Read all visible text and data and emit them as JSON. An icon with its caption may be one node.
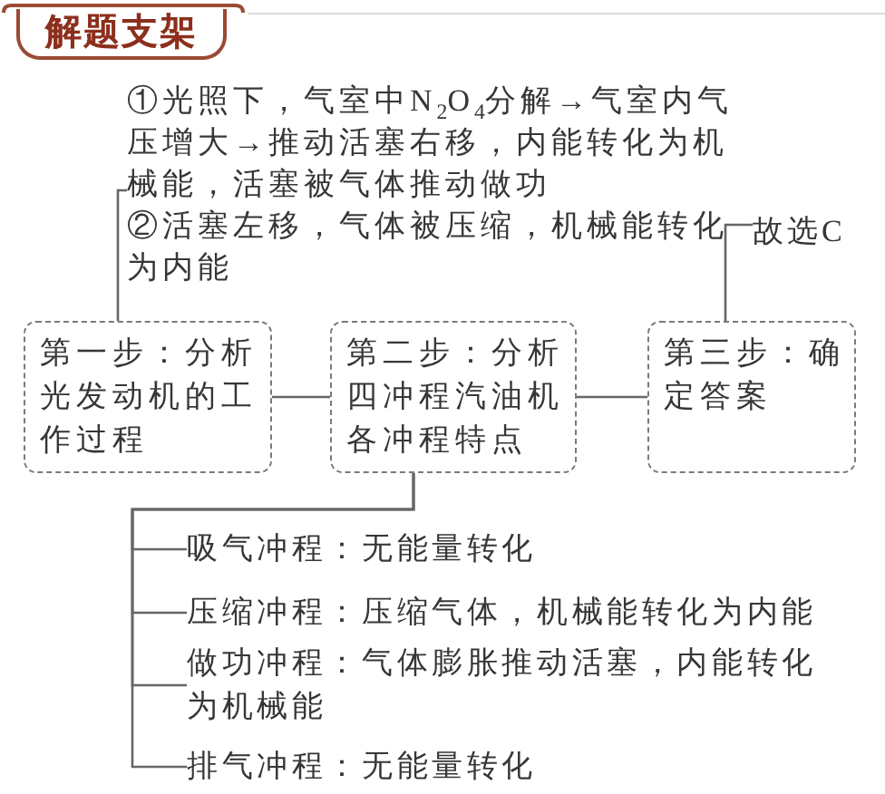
{
  "diagram": {
    "title": "解题支架",
    "nodes": [
      {
        "text": [
          "①光照下，气室中N$_{2}$O$_{4}$分解→气室内气压增大→推动活塞右移，内能转化为机械能，活塞被气体推动做功",
          "②活塞左移，气体被压缩，机械能转化为内能"
        ]
      },
      {
        "text": [
          "故选C"
        ]
      },
      {
        "text": [
          "第一步：分析光发动机的工作过程"
        ]
      },
      {
        "text": [
          "第二步：分析四冲程汽油机各冲程特点"
        ]
      },
      {
        "text": [
          "第三步：确定答案"
        ]
      },
      {
        "text": [
          "吸气冲程：无能量转化"
        ]
      },
      {
        "text": [
          "压缩冲程：压缩气体，机械能转化为内能"
        ]
      },
      {
        "text": [
          "做功冲程：气体膨胀推动活塞，内能转化为机械能"
        ]
      },
      {
        "text": [
          "排气冲程：无能量转化"
        ]
      }
    ],
    "edges": [
      {
        "from": 2,
        "to": 3,
        "arrow": "none"
      },
      {
        "from": 3,
        "to": 4,
        "arrow": "none"
      },
      {
        "from": 2,
        "to": 0,
        "arrow": "none"
      },
      {
        "from": 4,
        "to": 1,
        "arrow": "none"
      },
      {
        "from": 3,
        "to": 5,
        "arrow": "none"
      },
      {
        "from": 3,
        "to": 6,
        "arrow": "none"
      },
      {
        "from": 3,
        "to": 7,
        "arrow": "none"
      },
      {
        "from": 3,
        "to": 8,
        "arrow": "none"
      }
    ]
  }
}
